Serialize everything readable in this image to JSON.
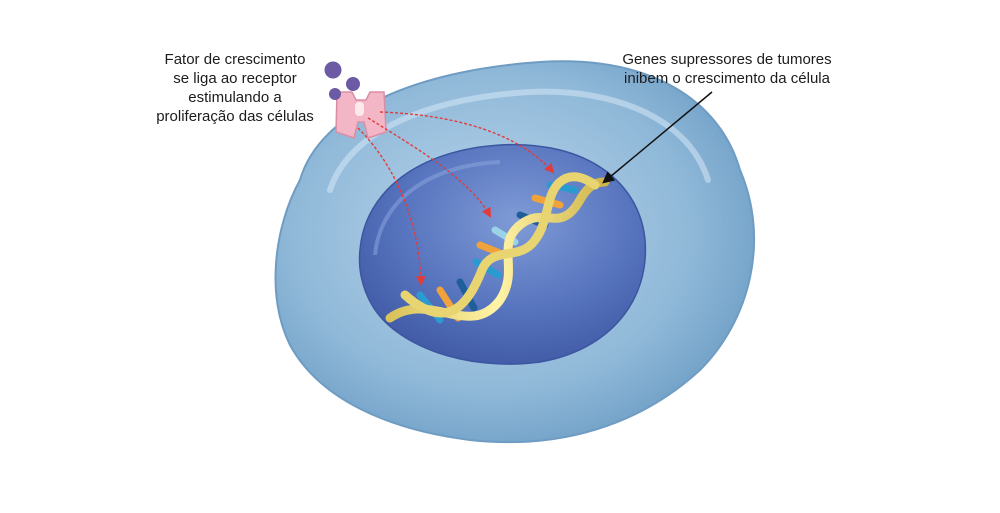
{
  "annotations": {
    "growth_factor": {
      "lines": [
        "Fator de crescimento",
        "se liga ao receptor",
        "estimulando a",
        "proliferação das células"
      ]
    },
    "tumor_suppressor": {
      "lines": [
        "Genes supressores de tumores",
        "inibem o crescimento da célula"
      ]
    }
  },
  "colors": {
    "cell_body": "#8fb8d8",
    "nucleus": "#4f67b3",
    "receptor": "#f2b6c6",
    "growth_factor": "#6d5aa4",
    "signal_arrow": "#e23b3b",
    "pointer_arrow": "#111111",
    "dna_backbone": "#f3e38a",
    "dna_bases": [
      "#2a9bd1",
      "#f2a23a",
      "#1e5f9a",
      "#9ad2e8"
    ]
  },
  "icons": {
    "receptor": "membrane-receptor-icon",
    "ligand": "growth-factor-molecule-icon",
    "dna": "dna-double-helix-icon"
  }
}
